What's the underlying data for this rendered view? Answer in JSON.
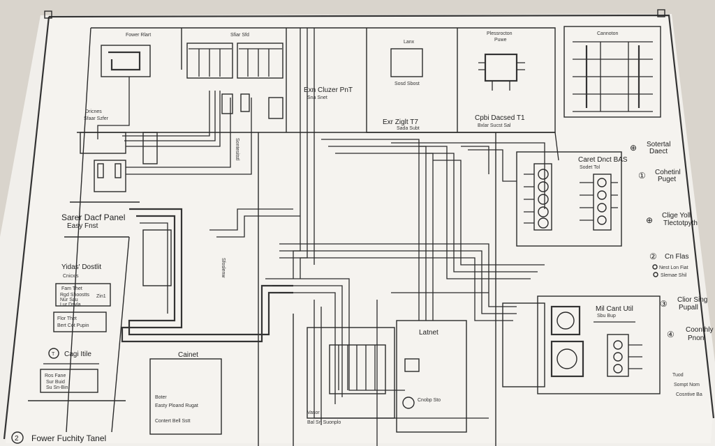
{
  "title": "Fower Fuchity Tanel",
  "blocks": {
    "top_left": "Fower Rlart",
    "top_mid": "Sfiar Sfd",
    "lanx": "Lanx",
    "lanx_sub": "Sosd Sbost",
    "plessrocton": "Plessrocton",
    "plessrocton_sub": "Puwe",
    "cannoton": "Cannoton",
    "dricnes": "Dricnes",
    "dricnes_sub": "Sfaar Szfer",
    "exn_cluzer": "Exn Cluzer PnT",
    "exn_cluzer_sub": "Sna Snet",
    "exr_ziglt": "Exr Ziglt T7",
    "exr_ziglt_sub": "Sada Subt",
    "cpbi": "Cpbi Dacsed T1",
    "cpbi_sub": "Bxlar Sucst Sal",
    "caret": "Caret Dnct BAS",
    "caret_sub": "Sodet Tol",
    "sarer_panel": "Sarer Dacf Panel",
    "sarer_panel_sub": "Easy Fnst",
    "vert_label_1": "Sontesitstl",
    "vert_label_2": "Sfoslenw",
    "latnet": "Latnet",
    "latnet_sub": "Cnobp Sto",
    "mil_cant": "Mil Cant Util",
    "mil_cant_sub": "Sbu Bup",
    "cainet": "Cainet",
    "cainet_lines": [
      "Boter",
      "Easty Ploand Rugat",
      "Contert Bell Sstt"
    ],
    "vasor": "Vasor",
    "vasor_sub": "Bal Sn Suonplo"
  },
  "legend_left": {
    "heading": "Yidas' Dostlit",
    "heading_sub": "Cnicxis",
    "box1_title": "Fam Thet",
    "box1_lines": [
      "Rgd  Shoostts",
      "Nur  Sau",
      "Lur  Dsvla"
    ],
    "box1_side": "Zin1",
    "box2_lines": [
      "Flor Thet",
      "Bert Cot Pupin"
    ],
    "symbol_label": "Cagi Itile",
    "box3_title": "Ros Fane",
    "box3_lines": [
      "Sur  Buid",
      "Su   Sn-Bin"
    ]
  },
  "legend_right": [
    {
      "symbol": "⊕",
      "line1": "Sotertal",
      "line2": "Daect"
    },
    {
      "symbol": "①",
      "line1": "Cohetinl",
      "line2": "Puget"
    },
    {
      "symbol": "⊕",
      "line1": "Clige Yoll",
      "line2": "Tlectotpyth"
    },
    {
      "symbol": "②",
      "line1": "Cn Flas",
      "line2": ""
    },
    {
      "symbol": "③",
      "line1": "Clior Sing",
      "line2": "Pupall"
    },
    {
      "symbol": "④",
      "line1": "Coonthly",
      "line2": "Pnonl"
    }
  ],
  "cn_flas_items": [
    "Nest Lon Fiat",
    "Slemae Shil"
  ],
  "bottom_right": {
    "title": "Tuod",
    "line1": "Sompt Nom",
    "line2": "Cosntive Ba"
  }
}
